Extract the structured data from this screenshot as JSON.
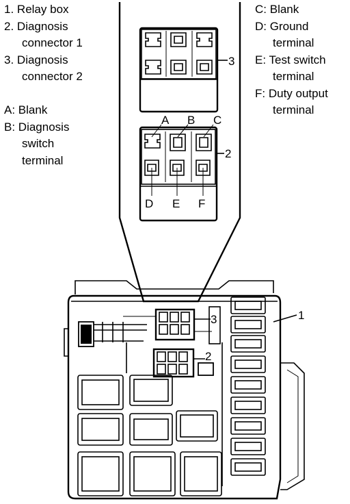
{
  "legend_left_1": [
    {
      "num": "1.",
      "text": "Relay box"
    },
    {
      "num": "2.",
      "text": "Diagnosis",
      "cont": "connector 1"
    },
    {
      "num": "3.",
      "text": "Diagnosis",
      "cont": "connector 2"
    }
  ],
  "legend_left_2": [
    {
      "key": "A:",
      "text": "Blank"
    },
    {
      "key": "B:",
      "text": "Diagnosis",
      "cont": "switch",
      "cont2": "terminal"
    }
  ],
  "legend_right": [
    {
      "key": "C:",
      "text": "Blank"
    },
    {
      "key": "D:",
      "text": "Ground",
      "cont": "terminal"
    },
    {
      "key": "E:",
      "text": "Test switch",
      "cont": "terminal"
    },
    {
      "key": "F:",
      "text": "Duty output",
      "cont": "terminal"
    }
  ],
  "callouts": {
    "c3_top": "3",
    "c2_top": "2",
    "c1": "1",
    "c3_bottom": "3",
    "c2_bottom": "2"
  },
  "terminals": {
    "a": "A",
    "b": "B",
    "c": "C",
    "d": "D",
    "e": "E",
    "f": "F"
  }
}
